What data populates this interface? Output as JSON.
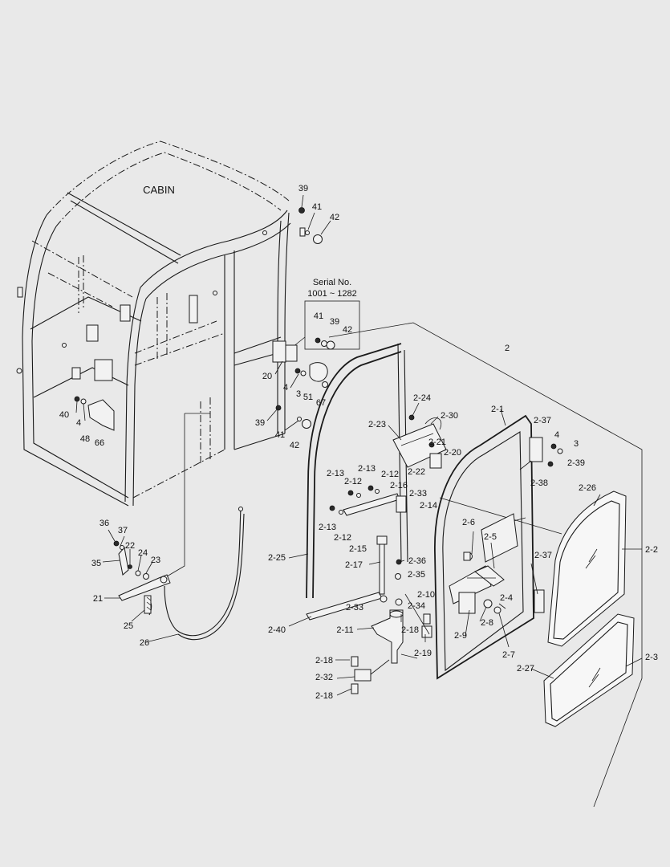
{
  "title": "CABIN",
  "serial_box": {
    "line1": "Serial No.",
    "line2": "1001 ~ 1282"
  },
  "labels": [
    {
      "id": "l-39a",
      "text": "39"
    },
    {
      "id": "l-41a",
      "text": "41"
    },
    {
      "id": "l-42a",
      "text": "42"
    },
    {
      "id": "l-41b",
      "text": "41"
    },
    {
      "id": "l-39b",
      "text": "39"
    },
    {
      "id": "l-42b",
      "text": "42"
    },
    {
      "id": "l-2",
      "text": "2"
    },
    {
      "id": "l-20",
      "text": "20"
    },
    {
      "id": "l-4a",
      "text": "4"
    },
    {
      "id": "l-3a",
      "text": "3"
    },
    {
      "id": "l-51",
      "text": "51"
    },
    {
      "id": "l-67",
      "text": "67"
    },
    {
      "id": "l-40",
      "text": "40"
    },
    {
      "id": "l-4b",
      "text": "4"
    },
    {
      "id": "l-48",
      "text": "48"
    },
    {
      "id": "l-66",
      "text": "66"
    },
    {
      "id": "l-39c",
      "text": "39"
    },
    {
      "id": "l-41c",
      "text": "41"
    },
    {
      "id": "l-42c",
      "text": "42"
    },
    {
      "id": "l-2-24",
      "text": "2-24"
    },
    {
      "id": "l-2-30",
      "text": "2-30"
    },
    {
      "id": "l-2-23",
      "text": "2-23"
    },
    {
      "id": "l-2-21",
      "text": "2-21"
    },
    {
      "id": "l-2-20",
      "text": "2-20"
    },
    {
      "id": "l-2-22",
      "text": "2-22"
    },
    {
      "id": "l-2-1",
      "text": "2-1"
    },
    {
      "id": "l-2-37a",
      "text": "2-37"
    },
    {
      "id": "l-4c",
      "text": "4"
    },
    {
      "id": "l-3b",
      "text": "3"
    },
    {
      "id": "l-2-39",
      "text": "2-39"
    },
    {
      "id": "l-2-38",
      "text": "2-38"
    },
    {
      "id": "l-2-26",
      "text": "2-26"
    },
    {
      "id": "l-2-13a",
      "text": "2-13"
    },
    {
      "id": "l-2-13b",
      "text": "2-13"
    },
    {
      "id": "l-2-12a",
      "text": "2-12"
    },
    {
      "id": "l-2-12b",
      "text": "2-12"
    },
    {
      "id": "l-2-16",
      "text": "2-16"
    },
    {
      "id": "l-2-33a",
      "text": "2-33"
    },
    {
      "id": "l-2-14",
      "text": "2-14"
    },
    {
      "id": "l-2-13c",
      "text": "2-13"
    },
    {
      "id": "l-2-12c",
      "text": "2-12"
    },
    {
      "id": "l-2-15",
      "text": "2-15"
    },
    {
      "id": "l-2-6",
      "text": "2-6"
    },
    {
      "id": "l-2-5",
      "text": "2-5"
    },
    {
      "id": "l-2-37b",
      "text": "2-37"
    },
    {
      "id": "l-2-2",
      "text": "2-2"
    },
    {
      "id": "l-2-25",
      "text": "2-25"
    },
    {
      "id": "l-2-17",
      "text": "2-17"
    },
    {
      "id": "l-2-36",
      "text": "2-36"
    },
    {
      "id": "l-2-35",
      "text": "2-35"
    },
    {
      "id": "l-2-10",
      "text": "2-10"
    },
    {
      "id": "l-2-34",
      "text": "2-34"
    },
    {
      "id": "l-2-4",
      "text": "2-4"
    },
    {
      "id": "l-2-33b",
      "text": "2-33"
    },
    {
      "id": "l-2-8",
      "text": "2-8"
    },
    {
      "id": "l-2-9",
      "text": "2-9"
    },
    {
      "id": "l-2-11",
      "text": "2-11"
    },
    {
      "id": "l-2-18a",
      "text": "2-18"
    },
    {
      "id": "l-2-40",
      "text": "2-40"
    },
    {
      "id": "l-2-19",
      "text": "2-19"
    },
    {
      "id": "l-2-7",
      "text": "2-7"
    },
    {
      "id": "l-2-18b",
      "text": "2-18"
    },
    {
      "id": "l-2-32",
      "text": "2-32"
    },
    {
      "id": "l-2-18c",
      "text": "2-18"
    },
    {
      "id": "l-2-3",
      "text": "2-3"
    },
    {
      "id": "l-2-27",
      "text": "2-27"
    },
    {
      "id": "l-36",
      "text": "36"
    },
    {
      "id": "l-37",
      "text": "37"
    },
    {
      "id": "l-22",
      "text": "22"
    },
    {
      "id": "l-24",
      "text": "24"
    },
    {
      "id": "l-35",
      "text": "35"
    },
    {
      "id": "l-23",
      "text": "23"
    },
    {
      "id": "l-21",
      "text": "21"
    },
    {
      "id": "l-25",
      "text": "25"
    },
    {
      "id": "l-26",
      "text": "26"
    }
  ]
}
